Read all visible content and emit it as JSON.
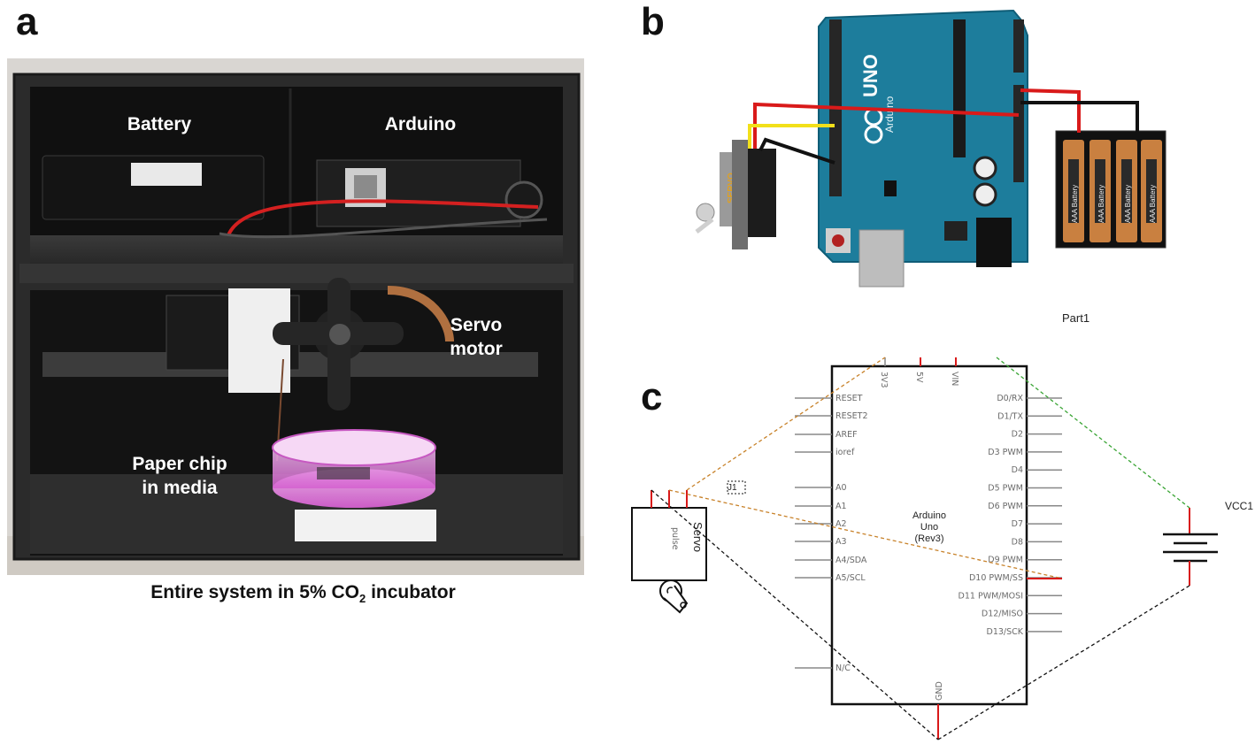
{
  "panels": {
    "a": {
      "letter": "a",
      "labels": {
        "battery": "Battery",
        "arduino": "Arduino",
        "servo": "Servo\nmotor",
        "paper_chip": "Paper chip\nin media"
      },
      "caption_main": "Entire system in 5% CO",
      "caption_sub": "2",
      "caption_tail": " incubator"
    },
    "b": {
      "letter": "b",
      "board_text": "UNO",
      "board_brand": "Arduino",
      "servo_text": "SERVO",
      "battery_text": "AAA Battery",
      "part_label": "Part1"
    },
    "c": {
      "letter": "c",
      "board_name": "Arduino",
      "board_model": "Uno",
      "board_rev": "(Rev3)",
      "left_pins": [
        "RESET",
        "RESET2",
        "AREF",
        "ioref",
        "A0",
        "A1",
        "A2",
        "A3",
        "A4/SDA",
        "A5/SCL",
        "N/C"
      ],
      "right_pins": [
        "D0/RX",
        "D1/TX",
        "D2",
        "D3 PWM",
        "D4",
        "D5 PWM",
        "D6 PWM",
        "D7",
        "D8",
        "D9 PWM",
        "D10 PWM/SS",
        "D11 PWM/MOSI",
        "D12/MISO",
        "D13/SCK"
      ],
      "top_pins": [
        "3V3",
        "5V",
        "VIN"
      ],
      "bottom_pins": [
        "GND"
      ],
      "servo_name": "Servo",
      "servo_pulse": "pulse",
      "servo_ref": "J1",
      "battery_ref": "VCC1"
    }
  },
  "colors": {
    "arduino_blue": "#1d7d9c",
    "wire_red": "#d91a1a",
    "wire_yellow": "#f2e01a",
    "wire_black": "#111111",
    "schematic_green": "#3aa535",
    "schematic_orange": "#c8822a",
    "enclosure": "#2a2a2a"
  }
}
